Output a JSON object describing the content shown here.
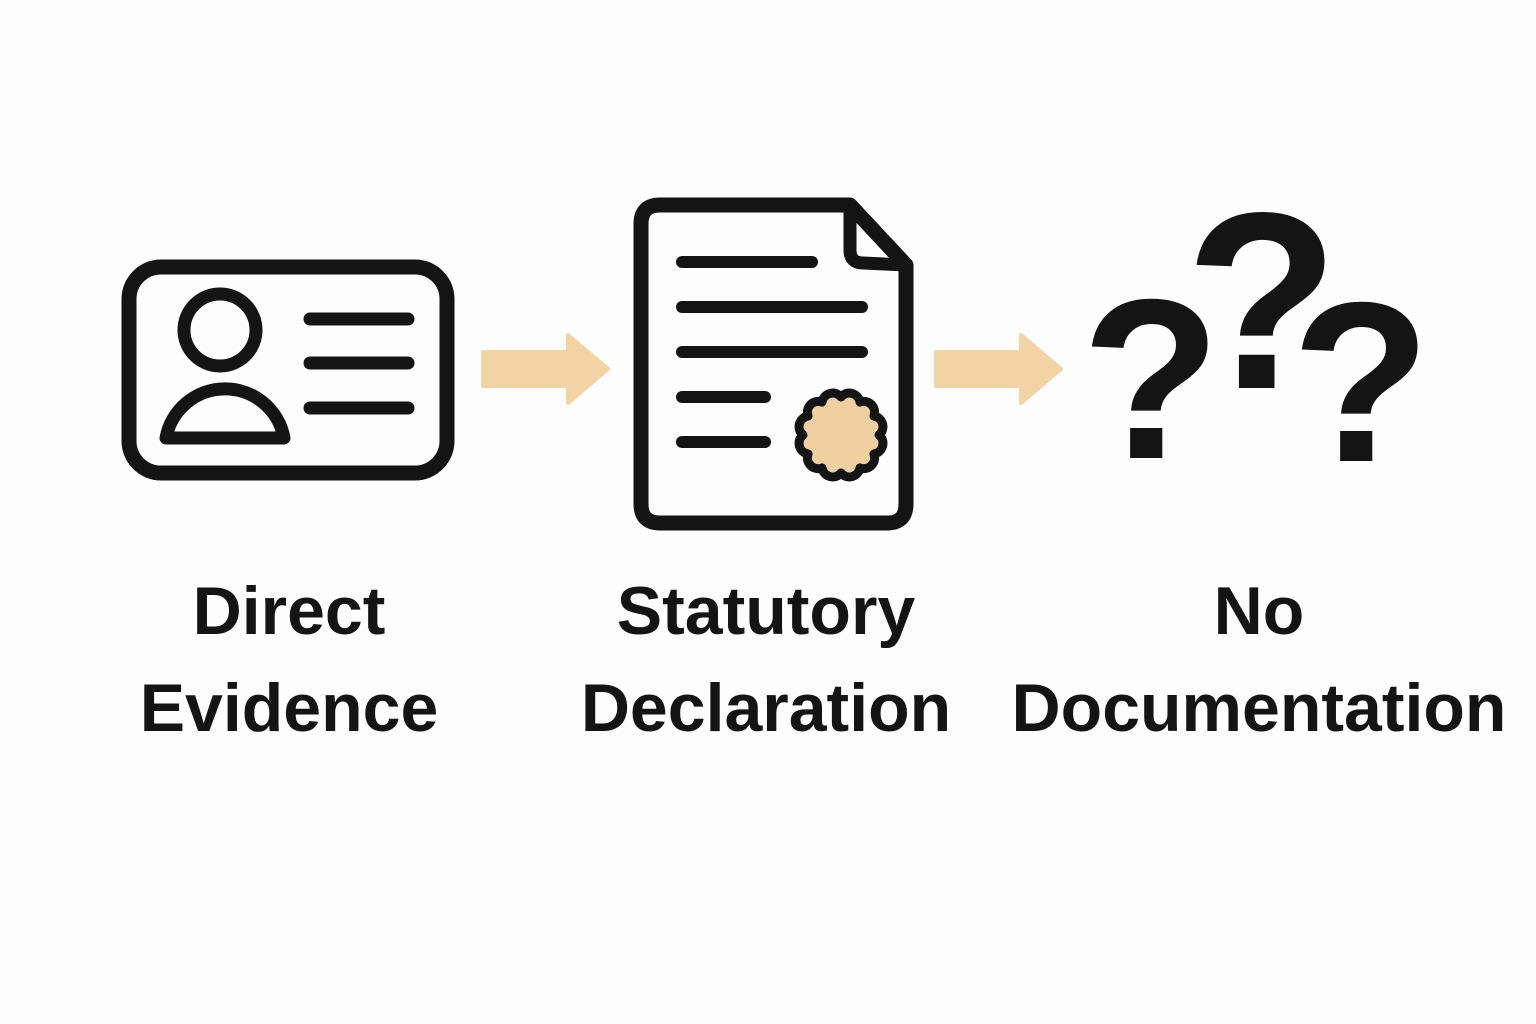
{
  "palette": {
    "background": "#fdfdfd",
    "ink": "#141414",
    "accent": "#f2d3a3",
    "seal_fill": "#f0d0a0"
  },
  "diagram": {
    "type": "flow",
    "direction": "left-to-right",
    "steps": [
      {
        "id": "direct-evidence",
        "icon": "id-card-icon",
        "label_lines": [
          "Direct",
          "Evidence"
        ]
      },
      {
        "id": "statutory-declaration",
        "icon": "document-with-seal-icon",
        "label_lines": [
          "Statutory",
          "Declaration"
        ]
      },
      {
        "id": "no-documentation",
        "icon": "question-marks-icon",
        "question_marks": [
          "?",
          "?",
          "?"
        ],
        "label_lines": [
          "No",
          "Documentation"
        ]
      }
    ],
    "connectors": [
      {
        "from": "direct-evidence",
        "to": "statutory-declaration",
        "glyph": "arrow-right"
      },
      {
        "from": "statutory-declaration",
        "to": "no-documentation",
        "glyph": "arrow-right"
      }
    ]
  }
}
